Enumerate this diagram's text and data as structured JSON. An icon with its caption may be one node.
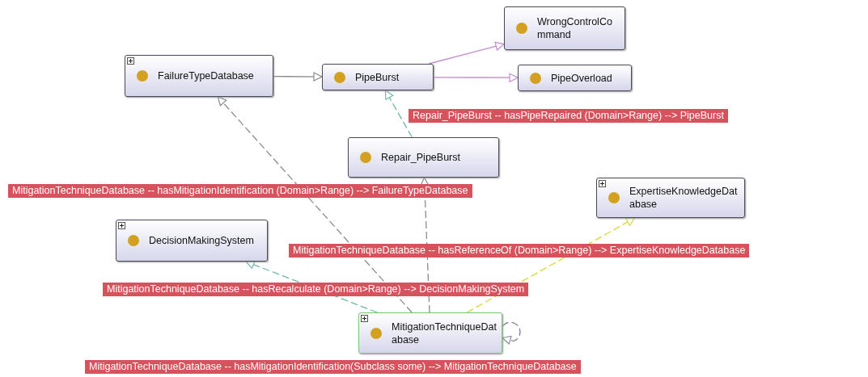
{
  "diagram": {
    "nodes": [
      {
        "text": [
          "FailureTypeDatabase"
        ]
      },
      {
        "text": [
          "PipeBurst"
        ]
      },
      {
        "text": [
          "WrongControlCommand"
        ]
      },
      {
        "text": [
          "PipeOverload"
        ]
      },
      {
        "text": [
          "Repair_PipeBurst"
        ]
      },
      {
        "text": [
          "ExpertiseKnowledgeDatabase"
        ]
      },
      {
        "text": [
          "DecisionMakingSystem"
        ]
      },
      {
        "text": [
          "MitigationTechniqueDatabase"
        ]
      }
    ],
    "edges": [
      {
        "from": 0,
        "to": 1,
        "arrow": "to"
      },
      {
        "from": 1,
        "to": 2,
        "arrow": "to",
        "color": "#c78ad0"
      },
      {
        "from": 1,
        "to": 3,
        "arrow": "to",
        "color": "#c78ad0"
      },
      {
        "from": 4,
        "to": 1,
        "arrow": "to",
        "style": "dashed",
        "color": "#6fb8a8",
        "label": "Repair_PipeBurst -- hasPipeRepaired (Domain>Range) --> PipeBurst"
      },
      {
        "from": 7,
        "to": 0,
        "arrow": "to",
        "style": "dashed",
        "label": "MitigationTechniqueDatabase -- hasMitigationIdentification (Domain>Range) --> FailureTypeDatabase"
      },
      {
        "from": 7,
        "to": 4,
        "arrow": "to",
        "style": "dashed"
      },
      {
        "from": 7,
        "to": 5,
        "arrow": "to",
        "style": "dashed",
        "color": "#d8d830",
        "label": "MitigationTechniqueDatabase -- hasReferenceOf (Domain>Range) --> ExpertiseKnowledgeDatabase"
      },
      {
        "from": 7,
        "to": 6,
        "arrow": "to",
        "style": "dashed",
        "color": "#6fb8a8",
        "label": "MitigationTechniqueDatabase -- hasRecalculate (Domain>Range) --> DecisionMakingSystem"
      },
      {
        "from": 7,
        "to": 7,
        "arrow": "to",
        "style": "dashed",
        "color": "#8a8aa0",
        "label": "MitigationTechniqueDatabase -- hasMitigationIdentification(Subclass some) --> MitigationTechniqueDatabase"
      }
    ]
  }
}
